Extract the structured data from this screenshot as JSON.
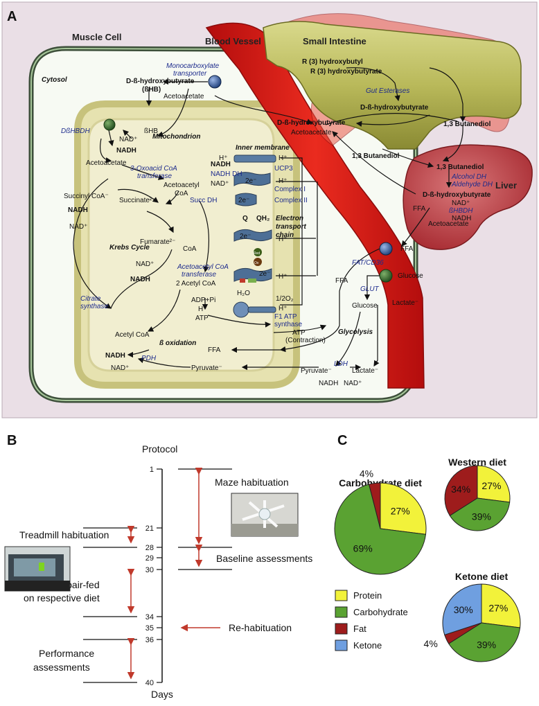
{
  "panels": {
    "a": "A",
    "b": "B",
    "c": "C"
  },
  "panel_a": {
    "regions": {
      "muscle_cell": "Muscle Cell",
      "blood_vessel": "Blood Vessel",
      "small_intestine": "Small Intestine",
      "cytosol": "Cytosol",
      "mitochondrion": "Mitochondrion",
      "liver": "Liver",
      "inner_membrane": "Inner membrane"
    },
    "labels": {
      "mct": "Monocarboxylate",
      "mct2": "transporter",
      "dbhb": "D-ß-hydroxybutyrate",
      "bhb_abbr": "(ßHB)",
      "acetoacetate": "Acetoacetate",
      "r3_butyl": "R (3) hydroxybutyl",
      "r3_butyrate": "R (3) hydroxybutyrate",
      "gut_esterases": "Gut Esterases",
      "butanediol": "1,3 Butanediol",
      "dbhbdh": "DßHBDH",
      "bhb": "ßHB",
      "nad_plus": "NAD⁺",
      "nadh": "NADH",
      "oxo_coa": "3-Oxoacid CoA",
      "oxo_coa2": "transferase",
      "acetoacetyl": "Acetoacetyl",
      "coa": "CoA",
      "h_plus": "H⁺",
      "nadh_dh": "NADH DH",
      "ucp3": "UCP3",
      "complex_i": "Complex I",
      "complex_ii": "Complex II",
      "succ_dh": "Succ DH",
      "succinyl_coa": "Succinyl CoA⁻",
      "succinate": "Succinate²⁻",
      "fumarate": "Fumarate²⁻",
      "krebs": "Krebs Cycle",
      "q": "Q",
      "qh2": "QH₂",
      "etc1": "Electron",
      "etc2": "transport",
      "etc3": "chain",
      "two_e": "2e⁻",
      "red": "Red",
      "ox": "Ox",
      "acetoacetyl_coa": "Acetoacetyl CoA",
      "acetoacetyl_coa2": "transferase",
      "two_acetyl": "2 Acetyl CoA",
      "h2o": "H₂O",
      "half_o2": "1/2O₂",
      "adp_pi": "ADP+Pi",
      "atp": "ATP",
      "f1": "F1 ATP",
      "f1b": "synthase",
      "atp_contraction": "(Contraction)",
      "citrate": "Citrate",
      "citrate2": "synthase",
      "acetyl_coa": "Acetyl CoA",
      "beta_ox": "ß oxidation",
      "ffa": "FFA",
      "pdh": "PDH",
      "pyruvate": "Pyruvate⁻",
      "ldh": "LDH",
      "lactate": "Lactate⁻",
      "glycolysis": "Glycolysis",
      "glucose": "Glucose",
      "glut": "GLUT",
      "fat_cd36": "FAT/CD36",
      "alcohol_dh": "Alcohol DH",
      "aldehyde_dh": "Aldehyde DH",
      "bhbdh_liver": "ßHBDH"
    }
  },
  "panel_b": {
    "title": "Protocol",
    "axis_label": "Days",
    "ticks": [
      "1",
      "21",
      "28",
      "29",
      "30",
      "34",
      "35",
      "36",
      "40"
    ],
    "events_right": [
      "Maze habituation",
      "Baseline assessments",
      "Re-habituation"
    ],
    "events_left": [
      "Treadmill habituation",
      "Rested, pair-fed",
      "on respective diet",
      "Performance",
      "assessments"
    ]
  },
  "panel_c": {
    "legend": [
      {
        "label": "Protein",
        "color": "#f2f23a"
      },
      {
        "label": "Carbohydrate",
        "color": "#5aa232"
      },
      {
        "label": "Fat",
        "color": "#9e1c1c"
      },
      {
        "label": "Ketone",
        "color": "#6f9fe0"
      }
    ]
  },
  "chart_data": [
    {
      "type": "pie",
      "title": "Carbohydrate diet",
      "categories": [
        "Protein",
        "Carbohydrate",
        "Fat"
      ],
      "values": [
        27,
        69,
        4
      ],
      "labels": [
        "27%",
        "69%",
        "4%"
      ]
    },
    {
      "type": "pie",
      "title": "Western diet",
      "categories": [
        "Protein",
        "Carbohydrate",
        "Fat"
      ],
      "values": [
        27,
        39,
        34
      ],
      "labels": [
        "27%",
        "39%",
        "34%"
      ]
    },
    {
      "type": "pie",
      "title": "Ketone diet",
      "categories": [
        "Protein",
        "Carbohydrate",
        "Fat",
        "Ketone"
      ],
      "values": [
        27,
        39,
        4,
        30
      ],
      "labels": [
        "27%",
        "39%",
        "4%",
        "30%"
      ]
    }
  ]
}
